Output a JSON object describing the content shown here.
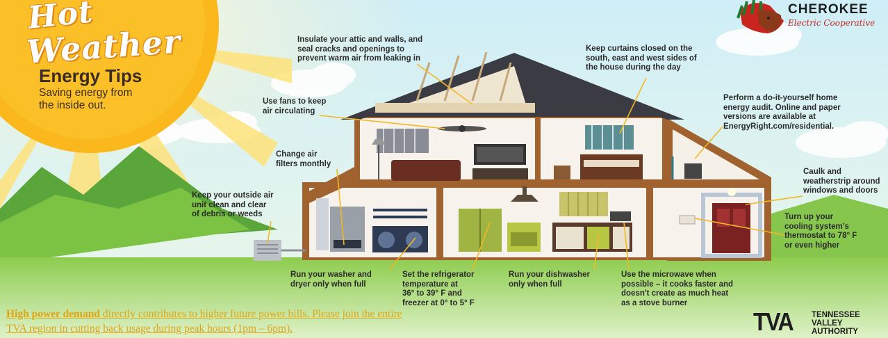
{
  "header": {
    "title_line1": "Hot",
    "title_line2": "Weather",
    "subtitle": "Energy Tips",
    "tagline": "Saving energy from\nthe inside out."
  },
  "tips": {
    "insulate": "Insulate your attic and walls, and\nseal cracks and openings to\nprevent warm air from leaking in",
    "fans": "Use fans to keep\nair circulating",
    "filters": "Change air\nfilters monthly",
    "outside_unit": "Keep your outside air\nunit clean and clear\nof debris or weeds",
    "curtains": "Keep curtains closed on the\nsouth, east and west sides of\nthe house during the day",
    "audit": "Perform a do-it-yourself home\nenergy audit. Online and paper\nversions are available at\nEnergyRight.com/residential.",
    "caulk": "Caulk and\nweatherstrip around\nwindows and doors",
    "thermostat": "Turn up your\ncooling system's\nthermostat to 78° F\nor even higher",
    "washer": "Run your washer and\ndryer only when full",
    "refrigerator": "Set the refrigerator\ntemperature at\n36° to 39° F and\nfreezer at 0° to 5° F",
    "dishwasher": "Run your dishwasher\nonly when full",
    "microwave": "Use the microwave when\npossible – it cooks faster and\ndoesn't create as much heat\nas a stove burner"
  },
  "cherokee": {
    "name": "CHEROKEE",
    "sub": "Electric Cooperative"
  },
  "tva": {
    "mark": "TVA",
    "line1": "TENNESSEE",
    "line2": "VALLEY",
    "line3": "AUTHORITY"
  },
  "notice": {
    "bold": "High power demand",
    "rest": " directly contributes to higher future power bills. Please join the entire TVA region in cutting back usage during peak hours (1pm – 6pm)."
  },
  "colors": {
    "sun": "#fbb81c",
    "roof": "#3b3b43",
    "wall_trim": "#a0622e",
    "grass": "#7cc243",
    "hills": "#5aa63a",
    "notice_text": "#e0a413",
    "callout_line": "#f2b824"
  },
  "icons": [
    "sun-icon",
    "house-icon",
    "cherokee-chief-logo-icon",
    "tva-logo-icon"
  ]
}
